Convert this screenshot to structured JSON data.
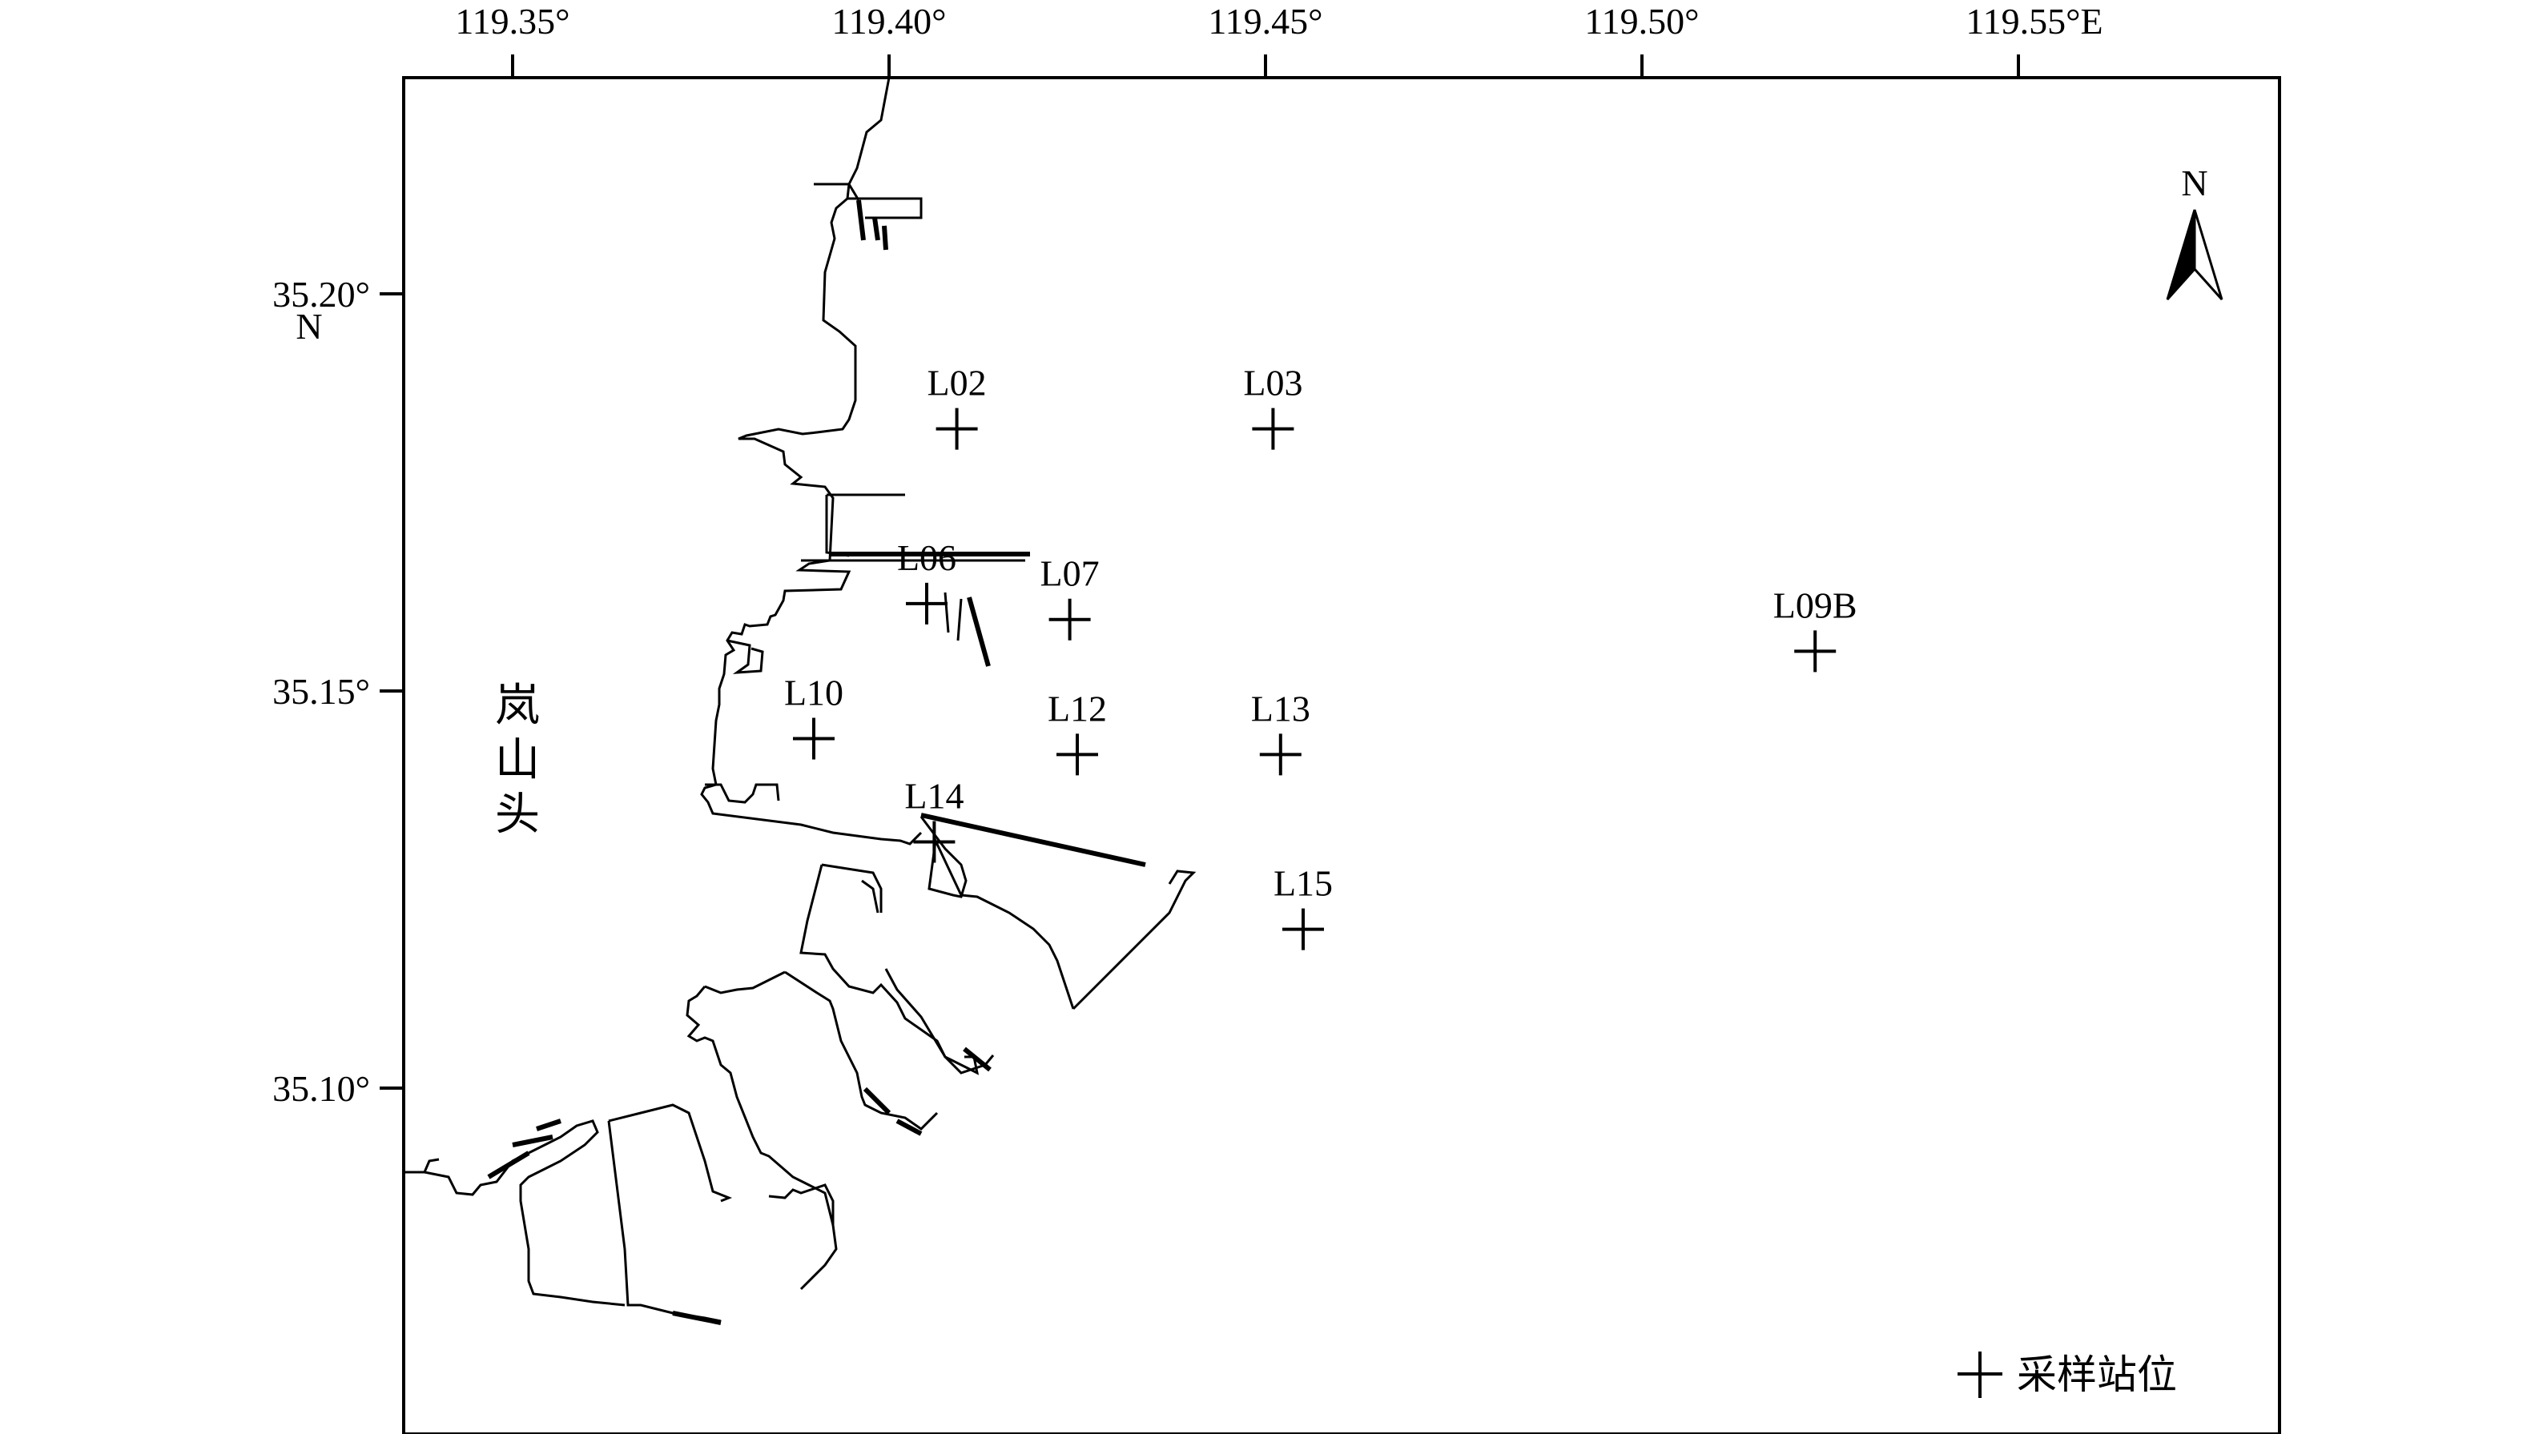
{
  "lon_ticks": [
    "119.35°",
    "119.40°",
    "119.45°",
    "119.50°",
    "119.55°E"
  ],
  "lat_ticks": [
    "35.20°",
    "35.15°",
    "35.10°"
  ],
  "lat_unit": "N",
  "north_arrow": {
    "label": "N",
    "icon": "north-arrow-icon"
  },
  "land_label": [
    "岚",
    "山",
    "头"
  ],
  "stations": [
    {
      "id": "L02",
      "lon": 119.409,
      "lat": 35.183
    },
    {
      "id": "L03",
      "lon": 119.451,
      "lat": 35.183
    },
    {
      "id": "L06",
      "lon": 119.405,
      "lat": 35.161
    },
    {
      "id": "L07",
      "lon": 119.424,
      "lat": 35.159
    },
    {
      "id": "L09B",
      "lon": 119.523,
      "lat": 35.155
    },
    {
      "id": "L10",
      "lon": 119.39,
      "lat": 35.144
    },
    {
      "id": "L12",
      "lon": 119.425,
      "lat": 35.142
    },
    {
      "id": "L13",
      "lon": 119.452,
      "lat": 35.142
    },
    {
      "id": "L14",
      "lon": 119.406,
      "lat": 35.131
    },
    {
      "id": "L15",
      "lon": 119.455,
      "lat": 35.12
    }
  ],
  "legend": {
    "symbol": "cross-marker-icon",
    "label": "采样站位"
  }
}
